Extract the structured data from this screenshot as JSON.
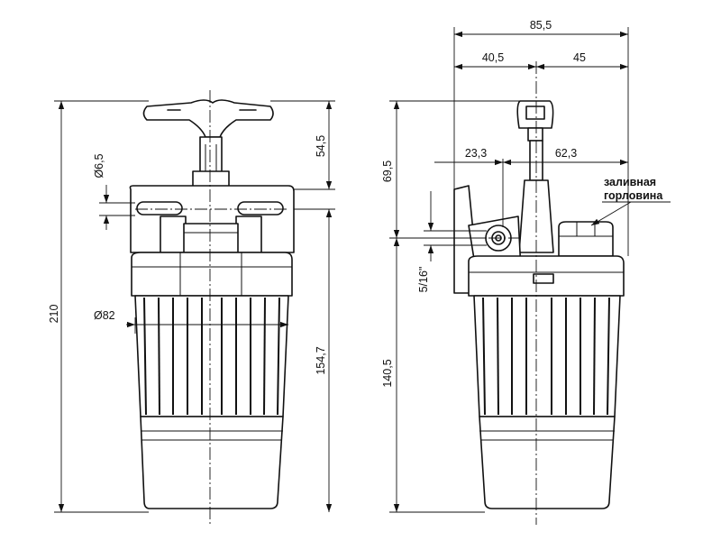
{
  "dimensions": {
    "total_width": "85,5",
    "left_part": "40,5",
    "right_part": "45",
    "offset_left": "23,3",
    "offset_right": "62,3",
    "handle_height": "54,5",
    "upper_height": "69,5",
    "total_height": "210",
    "body_height": "154,7",
    "lower_height": "140,5",
    "hole_diameter": "Ø6,5",
    "body_diameter": "Ø82",
    "thread": "5/16\""
  },
  "callout": {
    "line1": "заливная",
    "line2": "горловина"
  }
}
